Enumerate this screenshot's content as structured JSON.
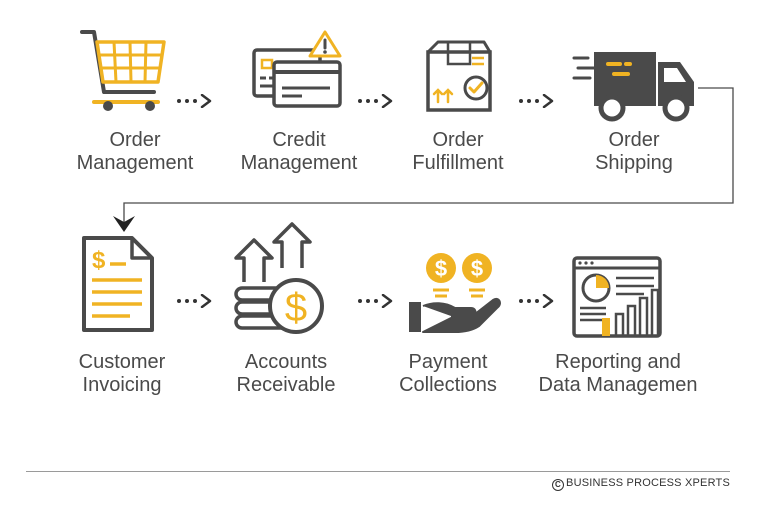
{
  "colors": {
    "accent": "#f0b323",
    "stroke": "#4a4a4a",
    "text": "#4a4a4a"
  },
  "steps": [
    {
      "line1": "Order",
      "line2": "Management",
      "icon": "shopping-cart-icon"
    },
    {
      "line1": "Credit",
      "line2": "Management",
      "icon": "credit-card-warning-icon"
    },
    {
      "line1": "Order",
      "line2": "Fulfillment",
      "icon": "package-box-icon"
    },
    {
      "line1": "Order",
      "line2": "Shipping",
      "icon": "delivery-truck-icon"
    },
    {
      "line1": "Customer",
      "line2": "Invoicing",
      "icon": "invoice-document-icon"
    },
    {
      "line1": "Accounts",
      "line2": "Receivable",
      "icon": "coins-growth-icon"
    },
    {
      "line1": "Payment",
      "line2": "Collections",
      "icon": "hand-coins-icon"
    },
    {
      "line1": "Reporting and",
      "line2": "Data Managemen",
      "icon": "dashboard-report-icon"
    }
  ],
  "footer": {
    "copyright_symbol": "C",
    "text": "BUSINESS PROCESS XPERTS"
  }
}
